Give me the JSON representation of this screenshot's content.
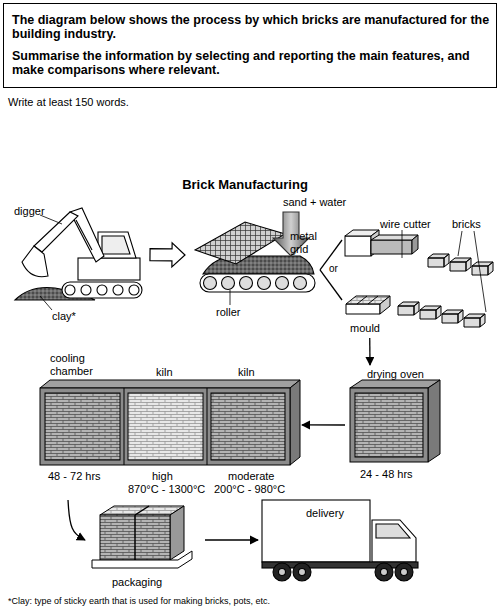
{
  "diagram": {
    "title": "Brick Manufacturing",
    "nodes": [
      {
        "text": [
          "The diagram below shows the process by which bricks are manufactured for the building industry.",
          "Summarise the information by selecting and reporting the main features, and make comparisons where relevant."
        ]
      },
      {
        "text": [
          "digger",
          "clay*"
        ]
      },
      {
        "text": [
          "metal grid",
          "roller"
        ]
      },
      {
        "text": [
          "wire cutter"
        ]
      },
      {
        "text": [
          "mould"
        ]
      },
      {
        "text": [
          "drying oven",
          "24 - 48 hrs"
        ]
      },
      {
        "text": [
          "cooling chamber",
          "48 - 72 hrs"
        ]
      },
      {
        "text": [
          "kiln",
          "high",
          "870°C - 1300°C"
        ]
      },
      {
        "text": [
          "kiln",
          "moderate",
          "200°C - 980°C"
        ]
      },
      {
        "text": [
          "packaging"
        ]
      },
      {
        "text": [
          "delivery"
        ]
      }
    ],
    "edges": [
      {
        "from": 1,
        "to": 2,
        "arrow": "to"
      },
      {
        "from": 2,
        "to": 3,
        "arrow": "none"
      },
      {
        "from": 2,
        "to": 4,
        "arrow": "none"
      },
      {
        "from": 4,
        "to": 5,
        "arrow": "to"
      },
      {
        "from": 5,
        "to": 8,
        "arrow": "to"
      },
      {
        "from": 6,
        "to": 9,
        "arrow": "to"
      },
      {
        "from": 9,
        "to": 10,
        "arrow": "to"
      }
    ],
    "labels": [
      "Write at least 150 words.",
      "sand + water",
      "or",
      "bricks",
      "*Clay: type of sticky earth that is used for making bricks, pots, etc."
    ]
  }
}
